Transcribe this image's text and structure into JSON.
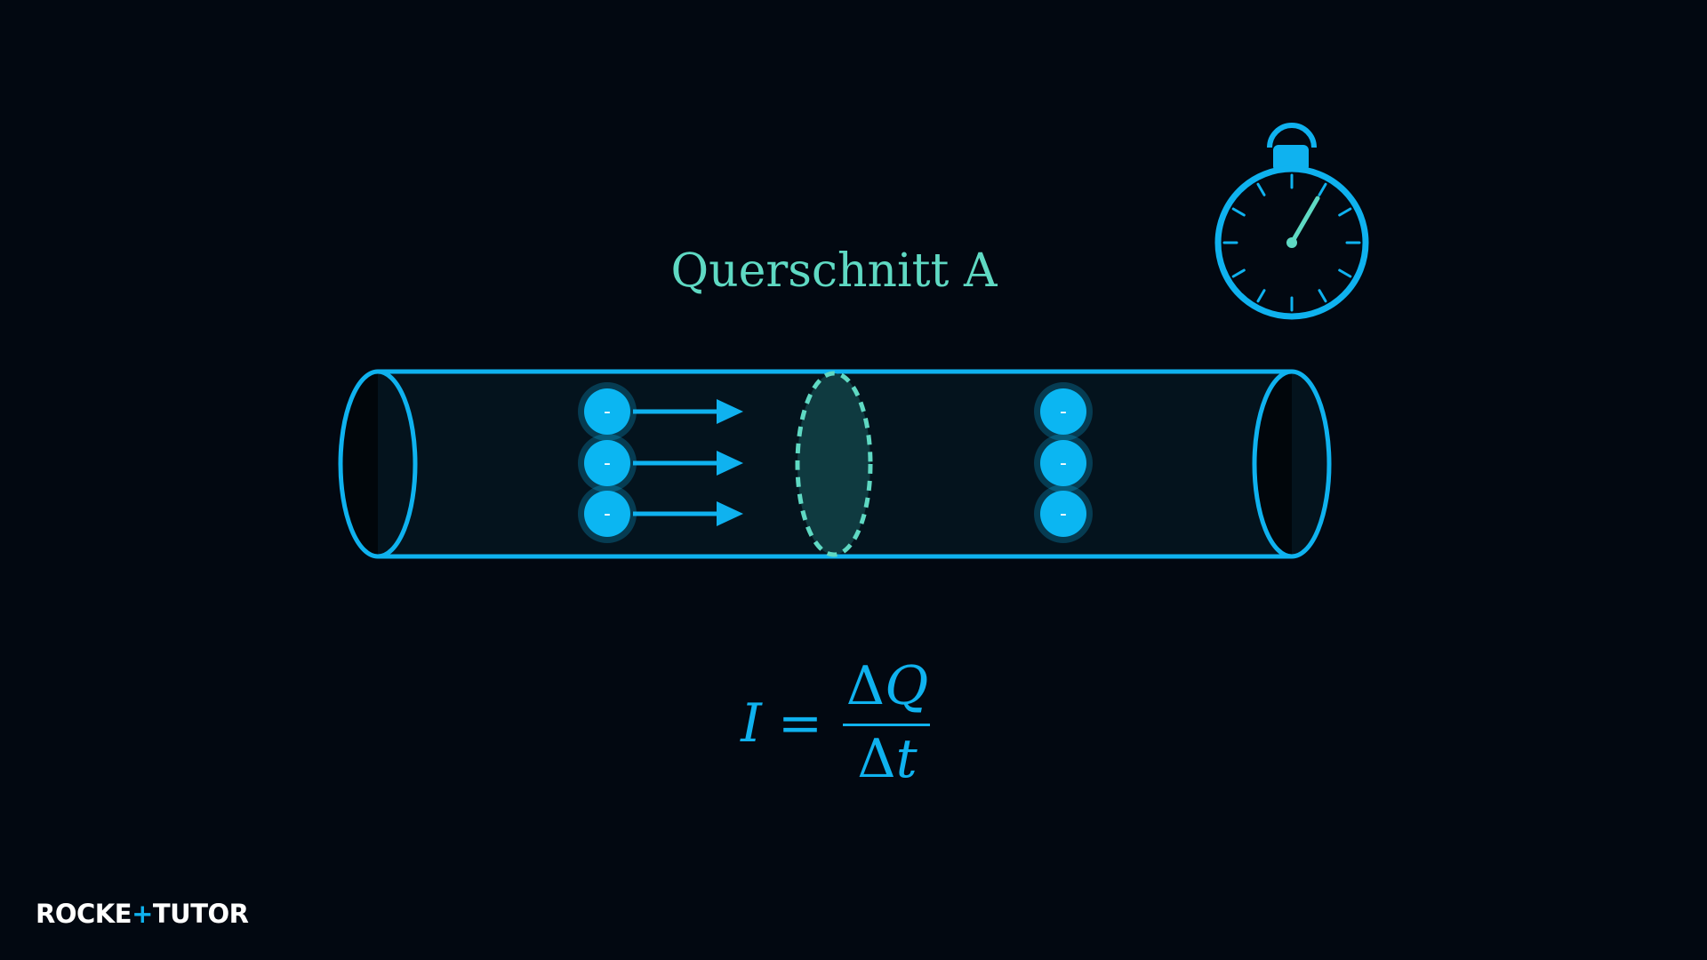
{
  "colors": {
    "background": "#020811",
    "wire": "#0fb2ef",
    "wire_fill": "#04131d",
    "accent": "#5fd9c3",
    "electron": "#0bb6f2",
    "logo": "#ffffff"
  },
  "cross_section": {
    "label": "Querschnitt A"
  },
  "electrons": {
    "sign": "-"
  },
  "formula": {
    "lhs": "I",
    "equals": "=",
    "delta": "Δ",
    "num_var": "Q",
    "den_var": "t"
  },
  "logo": {
    "part1": "ROCKE",
    "plus": "+",
    "part2": "TUTO",
    "part3": "R"
  },
  "icons": {
    "timer": "stopwatch-icon"
  }
}
